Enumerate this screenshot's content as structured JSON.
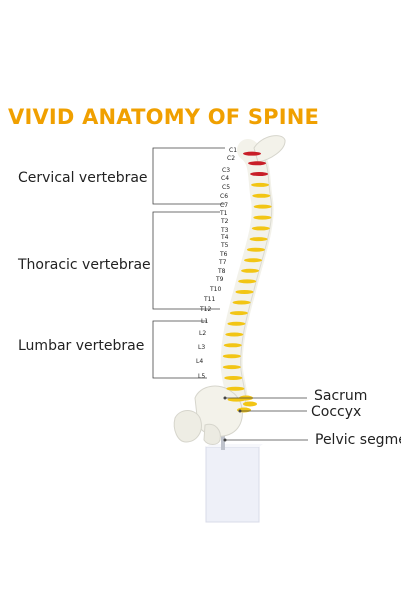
{
  "title": "VIVID ANATOMY OF SPINE",
  "colors": {
    "title": "#f0a000",
    "bone": "#f3f2ea",
    "disc": "#f2c514",
    "cervical_disc": "#c81e28",
    "base": "#eef0f8",
    "bracket": "#444444"
  },
  "groups": {
    "cervical": "Cervical vertebrae",
    "thoracic": "Thoracic vertebrae",
    "lumbar": "Lumbar vertebrae"
  },
  "vertebra_labels": {
    "cervical": [
      "C1",
      "C2",
      "C3",
      "C4",
      "C5",
      "C6",
      "C7"
    ],
    "thoracic": [
      "T1",
      "T2",
      "T3",
      "T4",
      "T5",
      "T6",
      "T7",
      "T8",
      "T9",
      "T10",
      "T11",
      "T12"
    ],
    "lumbar": [
      "L1",
      "L2",
      "L3",
      "L4",
      "L5"
    ]
  },
  "callouts": {
    "sacrum": "Sacrum",
    "coccyx": "Coccyx",
    "pelvic": "Pelvic segment"
  }
}
